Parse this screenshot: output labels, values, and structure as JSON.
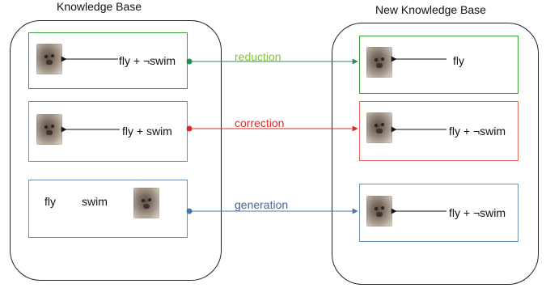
{
  "left_kb": {
    "title": "Knowledge Base",
    "cards": [
      {
        "text": "fly + ¬swim"
      },
      {
        "text": "fly + swim"
      },
      {
        "fly": "fly",
        "swim": "swim"
      }
    ]
  },
  "right_kb": {
    "title": "New Knowledge Base",
    "cards": [
      {
        "text": "fly"
      },
      {
        "text": "fly + ¬swim"
      },
      {
        "text": "fly + ¬swim"
      }
    ]
  },
  "relations": [
    {
      "label": "reduction",
      "color": "#86c23a",
      "line_color": "#2a8a5a"
    },
    {
      "label": "correction",
      "color": "#d62d2d",
      "line_color": "#d62d2d"
    },
    {
      "label": "generation",
      "color": "#3d6a9a",
      "line_color": "#4a78a8"
    }
  ],
  "icons": {
    "thumbnail": "bird-photo-icon"
  }
}
